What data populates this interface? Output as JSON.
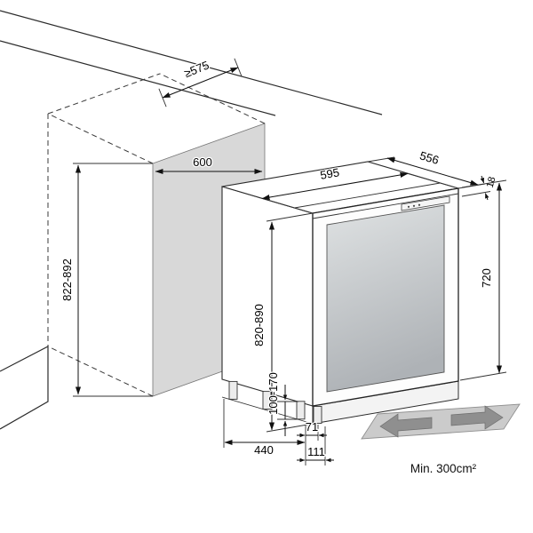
{
  "diagram": {
    "labels": {
      "counter_depth": "≥575",
      "niche_width": "600",
      "niche_height": "822-892",
      "unit_width": "595",
      "unit_depth": "556",
      "door_overlap": "18",
      "door_height": "720",
      "unit_height": "820-890",
      "plinth_height": "100-170",
      "base_depth": "440",
      "base_offset_small": "71",
      "base_offset_large": "111",
      "ventilation_min": "Min. 300cm²"
    },
    "colors": {
      "line": "#2b2b2b",
      "niche_panel": "#d8d8d8",
      "glass_top": "#dfe2e3",
      "glass_bottom": "#aeb2b6",
      "vent_plate": "#cbcbcb",
      "vent_arrow": "#8f8f8f"
    }
  }
}
